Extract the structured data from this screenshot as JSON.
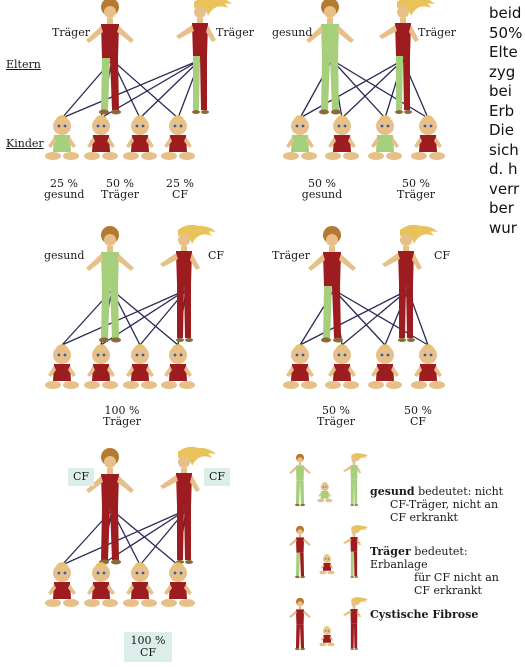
{
  "colors": {
    "gesund": "#a6cf7c",
    "traeger": "#a6cf7c",
    "cf": "#9c1c20",
    "skin": "#e7c089",
    "hair_female": "#e9c25a",
    "hair_male": "#b57a32",
    "line": "#2a2a55",
    "cf_box": "#dbeeea"
  },
  "diagrams": [
    {
      "parents": {
        "left": "Träger",
        "right": "Träger"
      },
      "generation_labels": {
        "parents": "Eltern",
        "children": "Kinder"
      },
      "children_labels": [
        {
          "pct": "25 %",
          "desc": "gesund"
        },
        {
          "pct": "50 %",
          "desc": "Träger"
        },
        {
          "pct": "25 %",
          "desc": "CF"
        }
      ]
    },
    {
      "parents": {
        "left": "gesund",
        "right": "Träger"
      },
      "children_labels": [
        {
          "pct": "50 %",
          "desc": "gesund"
        },
        {
          "pct": "50 %",
          "desc": "Träger"
        }
      ]
    },
    {
      "parents": {
        "left": "gesund",
        "right": "CF"
      },
      "children_labels": [
        {
          "pct": "100 %",
          "desc": "Träger"
        }
      ]
    },
    {
      "parents": {
        "left": "Träger",
        "right": "CF"
      },
      "children_labels": [
        {
          "pct": "50 %",
          "desc": "Träger"
        },
        {
          "pct": "50 %",
          "desc": "CF"
        }
      ]
    },
    {
      "parents": {
        "left": "CF",
        "right": "CF"
      },
      "children_labels": [
        {
          "pct": "100 %",
          "desc": "CF"
        }
      ]
    }
  ],
  "legend": [
    {
      "term": "gesund",
      "text_lines": [
        "bedeutet: nicht",
        "CF-Träger, nicht an",
        "CF erkrankt"
      ]
    },
    {
      "term": "Träger",
      "text_lines": [
        "bedeutet: Erbanlage",
        "für CF nicht an",
        "CF erkrankt"
      ]
    },
    {
      "term": "Cystische Fibrose",
      "text_lines": []
    }
  ],
  "side_text": [
    "beid",
    "50%",
    "Elte",
    "zyg",
    "bei",
    "Erb",
    "Die",
    "sich",
    "d. h",
    "verr",
    "ber",
    "wur"
  ]
}
